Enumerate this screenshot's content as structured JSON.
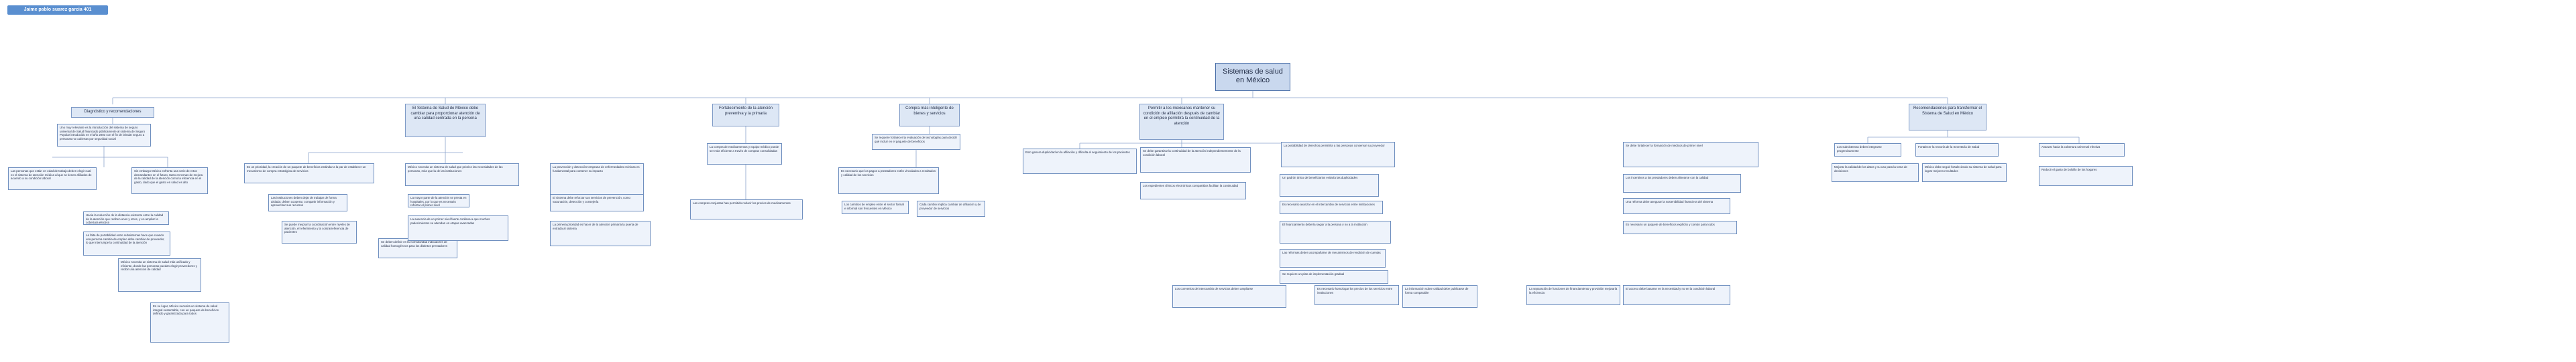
{
  "tag": {
    "label": "Jaime pablo suarez garcia 401"
  },
  "root": {
    "label": "Sistemas de salud en  México"
  },
  "categories": [
    {
      "label": "Diagnóstico y recomendaciones"
    },
    {
      "label": "El Sistema de Salud de México debe cambiar para proporcionar atención de una calidad centrada en la persona"
    },
    {
      "label": "Fortalecimiento de la atención preventiva y la primaria"
    },
    {
      "label": "Compra más inteligente de bienes y servicios"
    },
    {
      "label": "Permitir a los mexicanos mantener su condición de afiliación después de cambiar en el empleo permitirá la continuidad de la atención"
    },
    {
      "label": "Recomendaciones para transformar el Sistema de Salud en México"
    }
  ],
  "boxes": [
    {
      "text": "Uno muy relevante es la introducción del sistema de seguro universal de Salud financiado públicamente al sistema de Seguro Popular introducido en el año 2003 con el fin de brindar seguro a personas no cubiertas por seguridad social"
    },
    {
      "text": "Sin embargo México enfrenta una serie de retos demandantes en el futuro, tanto en temas de mejora de la calidad de la atención como la eficiencia en el gasto, dado que el gasto en salud es alto"
    },
    {
      "text": "Las personas que están en edad de trabajo deben elegir cual es el sistema de atención médica al que se tienen afiliados de acuerdo a su condición laboral"
    },
    {
      "text": "Hacia la reducción de la distancia existente entre la calidad de la atención que reciben unos y otros, y en ampliar la cobertura efectiva"
    },
    {
      "text": "La falta de portabilidad entre subsistemas hace que cuando una persona cambia de empleo debe cambiar de proveedor, lo que interrumpe la continuidad de la atención"
    },
    {
      "text": "México necesita un sistema de salud más unificado y eficiente, donde las personas puedan elegir proveedores y recibir una atención de calidad"
    },
    {
      "text": "En su lugar, México necesita un sistema de salud integral sustentable, con un paquete de beneficios definido y garantizado para todos"
    },
    {
      "text": "Es un prioridad, la creación de un paquete de beneficios estándar a la par de establecer un mecanismo de compra estratégica de servicios"
    },
    {
      "text": "México necesita un sistema de salud que priorice las necesidades de las personas, más que la de las instituciones"
    },
    {
      "text": "Las instituciones deben dejar de trabajar de forma aislada; deben cooperar, compartir información y aprovechar sus recursos"
    },
    {
      "text": "Se puede mejorar la coordinación entre niveles de atención, el referimiento y la contrarreferencia de pacientes"
    },
    {
      "text": "Se deben definir en la normatividad indicadores de calidad homogéneos para los distintos prestadores"
    },
    {
      "text": "La mayor parte de la atención se presta en hospitales, por lo que es necesario reforzar el primer nivel"
    },
    {
      "text": "La ausencia de un primer nivel fuerte conlleva a que muchos padecimientos se atiendan en etapas avanzadas"
    },
    {
      "text": "La prevención y detección temprana de enfermedades crónicas es fundamental para contener su impacto"
    },
    {
      "text": "El sistema debe reforzar sus servicios de prevención, como vacunación, detección y consejería"
    },
    {
      "text": "La primera prioridad es hacer de la atención primaria la puerta de entrada al sistema"
    },
    {
      "text": "La compra de medicamentos y equipo médico puede ser más eficiente a través de compras consolidadas"
    },
    {
      "text": "Las compras conjuntas han permitido reducir los precios de medicamentos"
    },
    {
      "text": "Se requiere fortalecer la evaluación de tecnologías para decidir qué incluir en el paquete de beneficios"
    },
    {
      "text": "Es necesario que los pagos a prestadores estén vinculados a resultados y calidad de los servicios"
    },
    {
      "text": "Los cambios de empleo entre el sector formal e informal son frecuentes en México"
    },
    {
      "text": "Cada cambio implica cambiar de afiliación y de proveedor de servicios"
    },
    {
      "text": "Esto genera duplicidad en la afiliación y dificulta el seguimiento de los pacientes"
    },
    {
      "text": "Se debe garantizar la continuidad de la atención independientemente de la condición laboral"
    },
    {
      "text": "Los expedientes clínicos electrónicos compartidos facilitan la continuidad"
    },
    {
      "text": "La portabilidad de derechos permitiría a las personas conservar su proveedor"
    },
    {
      "text": "Un padrón único de beneficiarios evitaría las duplicidades"
    },
    {
      "text": "Es necesario avanzar en el intercambio de servicios entre instituciones"
    },
    {
      "text": "El financiamiento debería seguir a la persona y no a la institución"
    },
    {
      "text": "Las reformas deben acompañarse de mecanismos de rendición de cuentas"
    },
    {
      "text": "Se requiere un plan de implementación gradual"
    },
    {
      "text": "Los convenios de intercambio de servicios deben ampliarse"
    },
    {
      "text": "Es necesario homologar los precios de los servicios entre instituciones"
    },
    {
      "text": "La información sobre calidad debe publicarse de forma comparable"
    },
    {
      "text": "Se debe fortalecer la formación de médicos de primer nivel"
    },
    {
      "text": "Los incentivos a los prestadores deben alinearse con la calidad"
    },
    {
      "text": "Una reforma debe asegurar la sostenibilidad financiera del sistema"
    },
    {
      "text": "Es necesario un paquete de beneficios explícito y común para todos"
    },
    {
      "text": "La separación de funciones de financiamiento y provisión mejoraría la eficiencia"
    },
    {
      "text": "El acceso debe basarse en la necesidad y no en la condición laboral"
    },
    {
      "text": "Los subsistemas deben integrarse progresivamente"
    },
    {
      "text": "Fortalecer la rectoría de la Secretaría de Salud"
    },
    {
      "text": "Mejorar la calidad de los datos y su uso para la toma de decisiones"
    },
    {
      "text": "México debe seguir fortaleciendo su sistema de salud para lograr mejores resultados"
    },
    {
      "text": "Avanzar hacia la cobertura universal efectiva"
    },
    {
      "text": "Reducir el gasto de bolsillo de los hogares"
    }
  ]
}
